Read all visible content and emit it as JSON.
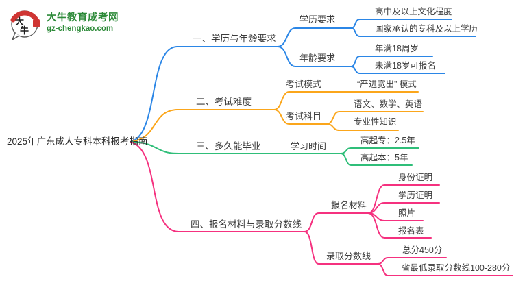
{
  "logo": {
    "site_name": "大牛教育成考网",
    "site_url": "gz-chengkao.com",
    "icon_text": "大牛"
  },
  "colors": {
    "branch1_blue": "#2b86e6",
    "branch2_orange": "#fba61b",
    "branch3_green": "#2fbe79",
    "branch4_pink": "#f5317f",
    "logo_green": "#2e8b3a",
    "logo_red": "#cf3533",
    "text": "#3c3c3c"
  },
  "center": {
    "title": "2025年广东成人专科本科报考指南"
  },
  "branches": [
    {
      "label": "一、学历与年龄要求",
      "color": "#2b86e6",
      "children": [
        {
          "label": "学历要求",
          "children": [
            {
              "label": "高中及以上文化程度"
            },
            {
              "label": "国家承认的专科及以上学历"
            }
          ]
        },
        {
          "label": "年龄要求",
          "children": [
            {
              "label": "年满18周岁"
            },
            {
              "label": "未满18岁可报名"
            }
          ]
        }
      ]
    },
    {
      "label": "二、考试难度",
      "color": "#fba61b",
      "children": [
        {
          "label": "考试模式",
          "children": [
            {
              "label": "“严进宽出” 模式"
            }
          ]
        },
        {
          "label": "考试科目",
          "children": [
            {
              "label": "语文、数学、英语"
            },
            {
              "label": "专业性知识"
            }
          ]
        }
      ]
    },
    {
      "label": "三、多久能毕业",
      "color": "#2fbe79",
      "children": [
        {
          "label": "学习时间",
          "children": [
            {
              "label": "高起专：2.5年"
            },
            {
              "label": "高起本：5年"
            }
          ]
        }
      ]
    },
    {
      "label": "四、报名材料与录取分数线",
      "color": "#f5317f",
      "children": [
        {
          "label": "报名材料",
          "children": [
            {
              "label": "身份证明"
            },
            {
              "label": "学历证明"
            },
            {
              "label": "照片"
            },
            {
              "label": "报名表"
            }
          ]
        },
        {
          "label": "录取分数线",
          "children": [
            {
              "label": "总分450分"
            },
            {
              "label": "省最低录取分数线100-280分"
            }
          ]
        }
      ]
    }
  ]
}
